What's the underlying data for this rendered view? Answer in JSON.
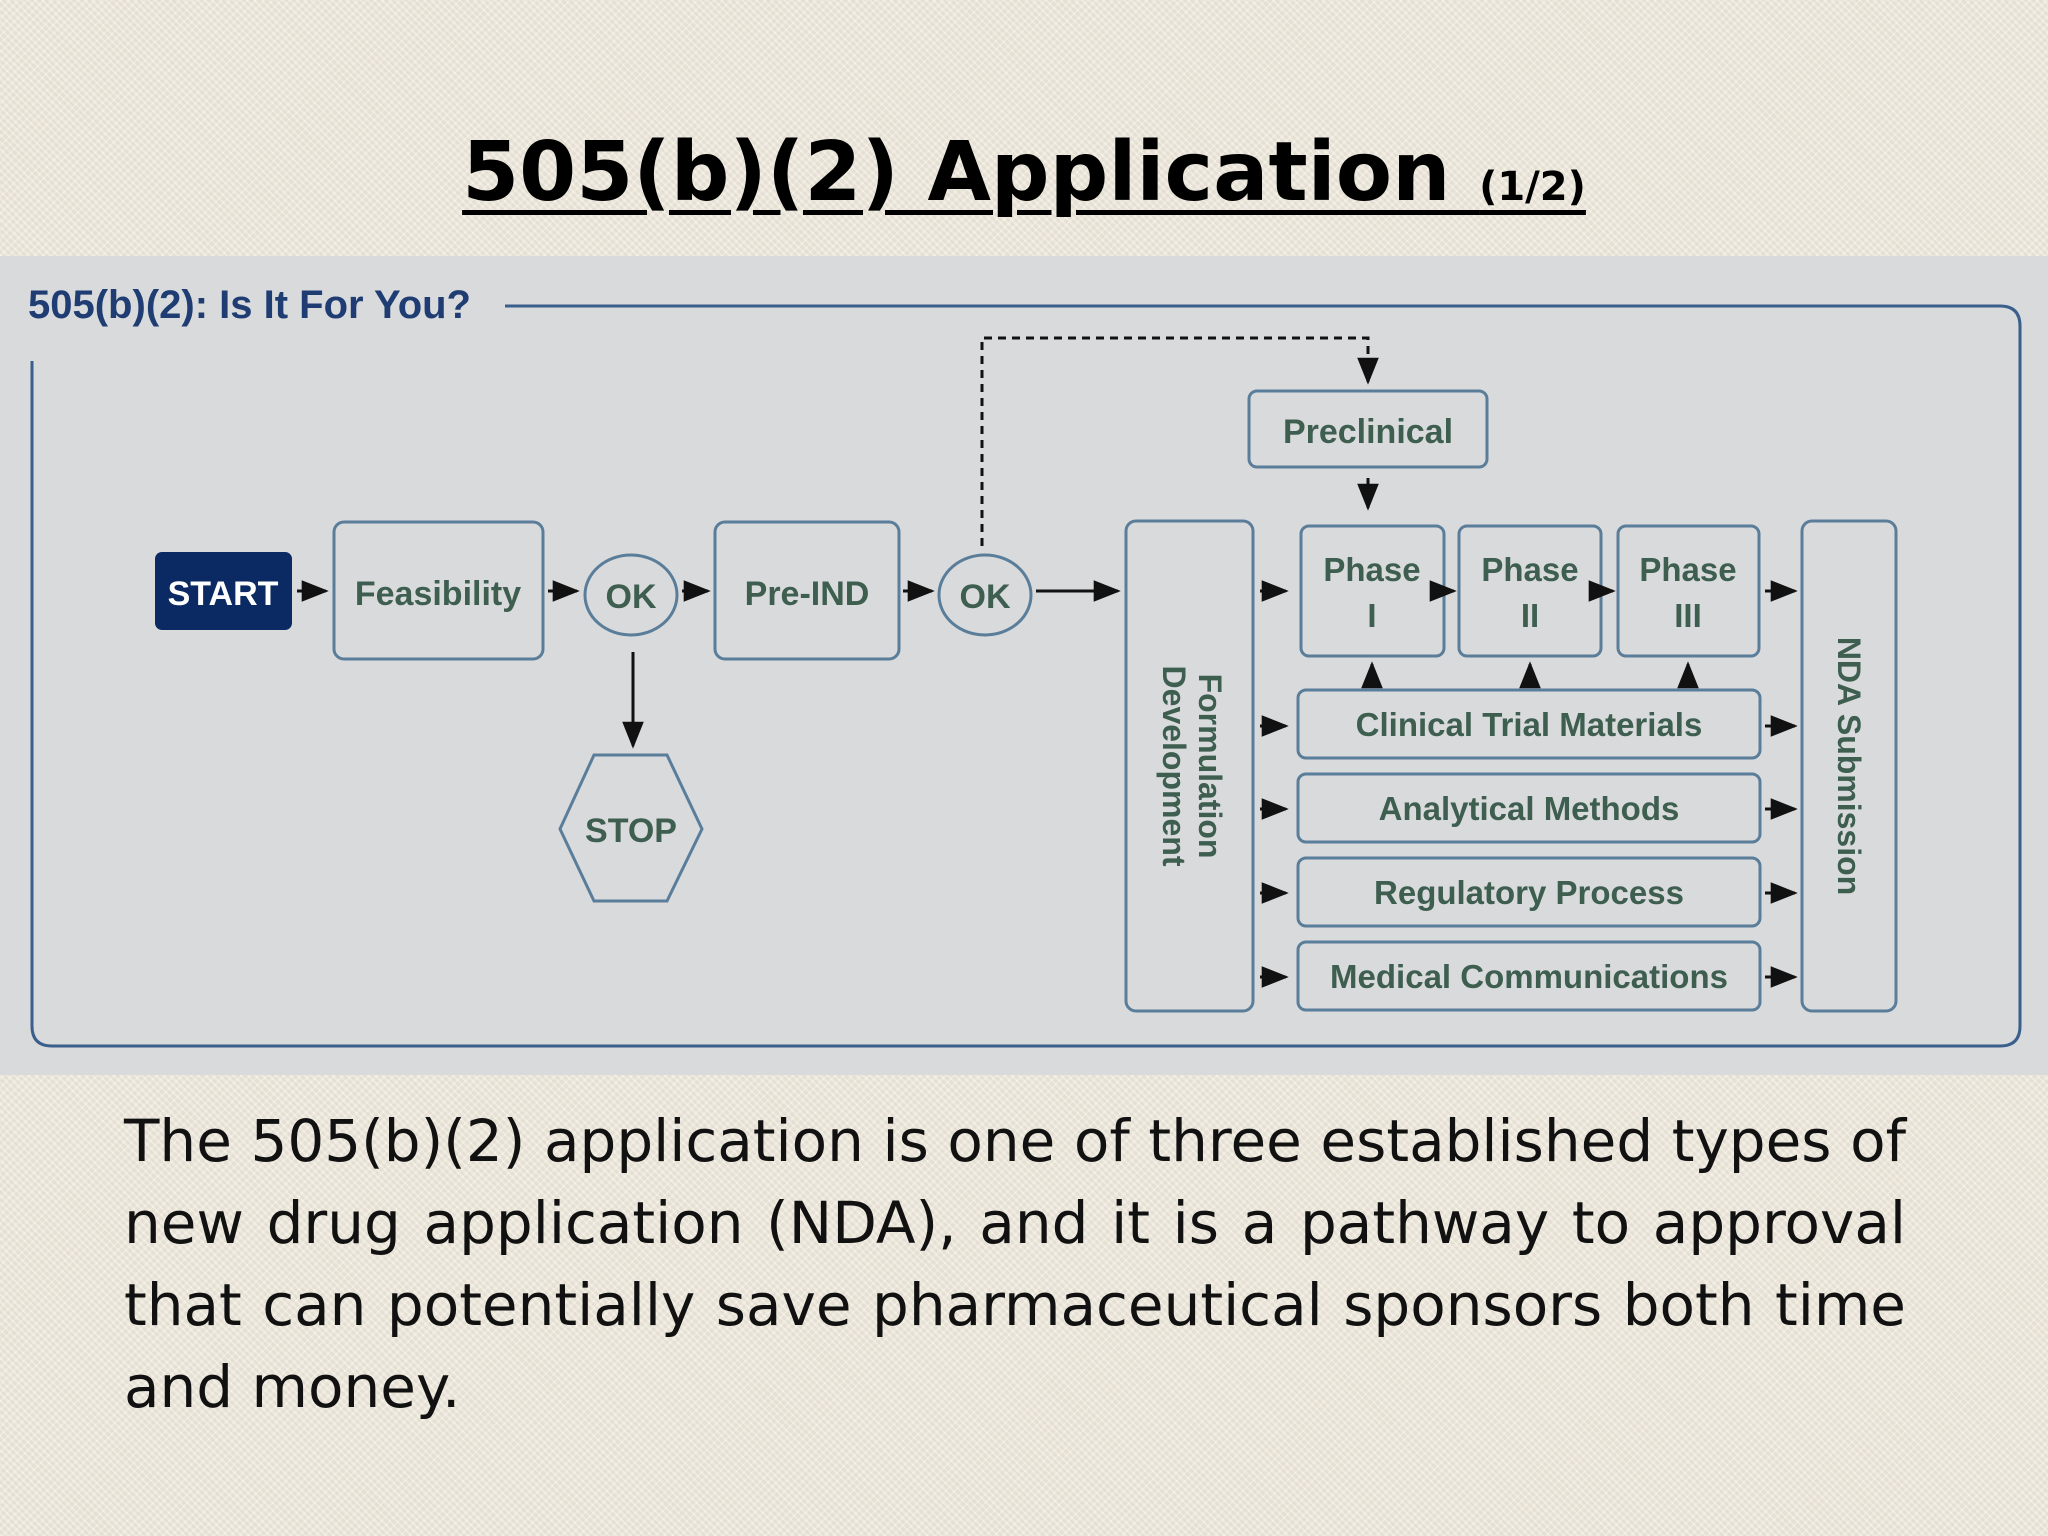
{
  "slide": {
    "title": "505(b)(2) Application",
    "title_part": "(1/2)",
    "body": "The 505(b)(2) application is one of three established types of new drug application (NDA), and it is a pathway to approval that can potentially save pharmaceutical sponsors both time and money."
  },
  "diagram": {
    "heading": "505(b)(2): Is It For You?",
    "start": "START",
    "feasibility": "Feasibility",
    "ok_1": "OK",
    "pre_ind": "Pre-IND",
    "ok_2": "OK",
    "stop": "STOP",
    "preclinical": "Preclinical",
    "formulation_line1": "Formulation",
    "formulation_line2": "Development",
    "phase_label": "Phase",
    "phase_1": "I",
    "phase_2": "II",
    "phase_3": "III",
    "clinical_trial_materials": "Clinical Trial Materials",
    "analytical_methods": "Analytical Methods",
    "regulatory_process": "Regulatory Process",
    "medical_communications": "Medical Communications",
    "nda_submission": "NDA Submission"
  },
  "colors": {
    "box_border": "#5a7d9a",
    "box_text": "#3e5e50",
    "start_fill": "#0b2a63",
    "heading_text": "#1f3d73",
    "figure_bg": "#d9dadc"
  }
}
